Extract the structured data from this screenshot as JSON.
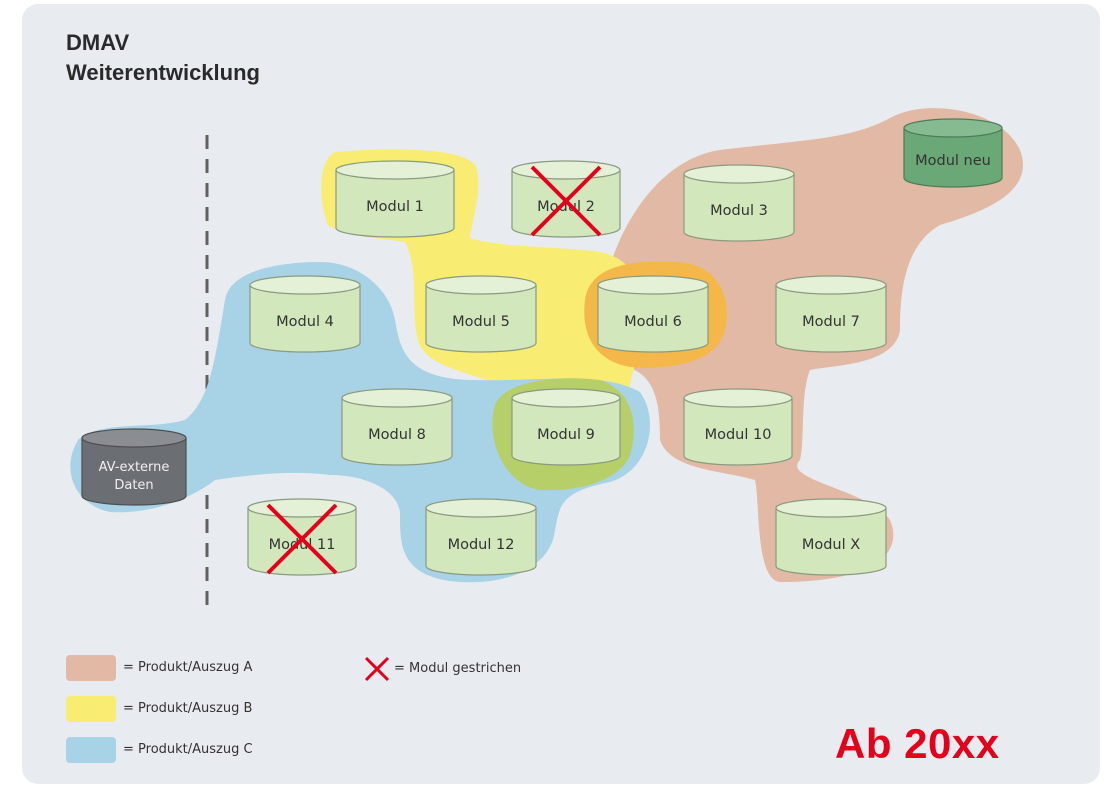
{
  "title": {
    "line1": "DMAV",
    "line2": "Weiterentwicklung"
  },
  "colors": {
    "produkt_a": "#e2b9a4",
    "produkt_b": "#f8ec72",
    "produkt_c": "#a8d2e6",
    "overlap_ab": "#f4b84a",
    "overlap_bc": "#b7cf68",
    "module": "#d2e8bc",
    "module_new": "#6aa878",
    "module_external": "#6b6e72",
    "strike": "#e4001b",
    "year": "#e4001b"
  },
  "modules": {
    "m1": {
      "label": "Modul 1"
    },
    "m2": {
      "label": "Modul 2",
      "struck": true
    },
    "m3": {
      "label": "Modul 3"
    },
    "m4": {
      "label": "Modul 4"
    },
    "m5": {
      "label": "Modul 5"
    },
    "m6": {
      "label": "Modul 6"
    },
    "m7": {
      "label": "Modul 7"
    },
    "m8": {
      "label": "Modul 8"
    },
    "m9": {
      "label": "Modul 9"
    },
    "m10": {
      "label": "Modul 10"
    },
    "m11": {
      "label": "Modul 11",
      "struck": true
    },
    "m12": {
      "label": "Modul 12"
    },
    "mx": {
      "label": "Modul X"
    },
    "mneu": {
      "label": "Modul neu"
    },
    "ext": {
      "label_line1": "AV-externe",
      "label_line2": "Daten"
    }
  },
  "legend": {
    "a": "= Produkt/Auszug A",
    "b": "= Produkt/Auszug B",
    "c": "= Produkt/Auszug C",
    "strike": "= Modul gestrichen"
  },
  "year_label": "Ab 20xx"
}
